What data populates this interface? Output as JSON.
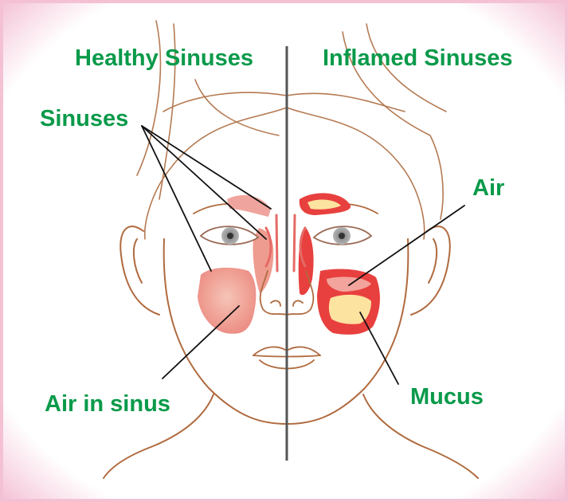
{
  "titles": {
    "left": "Healthy Sinuses",
    "right": "Inflamed Sinuses"
  },
  "labels": {
    "sinuses": "Sinuses",
    "air_in_sinus": "Air in sinus",
    "air": "Air",
    "mucus": "Mucus"
  },
  "colors": {
    "label_text": "#0a9a4a",
    "frame_pink": "#f2b8cf",
    "skin_line": "#b06a3e",
    "sinus_healthy": "#ef8b84",
    "sinus_inflamed_rim": "#e8403e",
    "mucus_fill": "#fde3a0",
    "eye_iris": "#8f8f8f",
    "divider": "#555555",
    "leader_line": "#111111"
  }
}
